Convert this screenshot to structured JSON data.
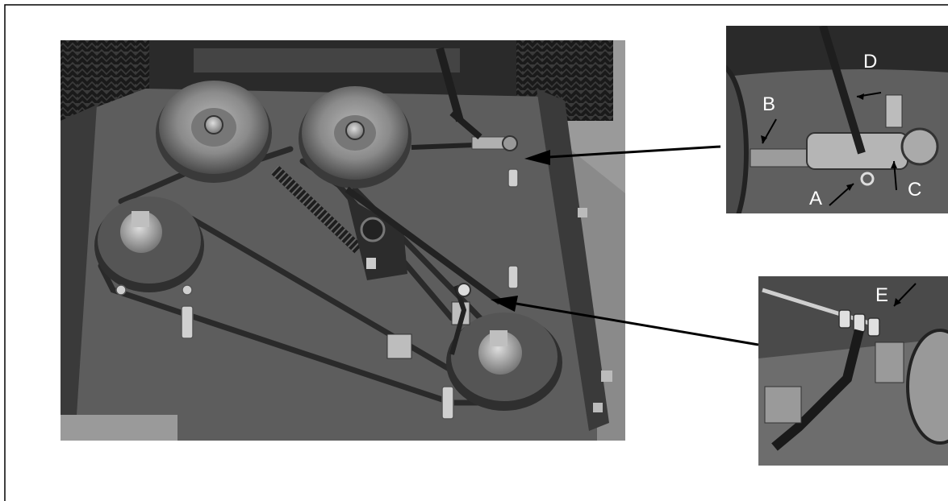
{
  "figure": {
    "callouts": {
      "a": "A",
      "b": "B",
      "c": "C",
      "d": "D",
      "e": "E"
    },
    "colors": {
      "frame": "#000000",
      "deck_plate": "#5d5d5d",
      "photo_background": "#9a9a9a",
      "pulley": "#8a8a8a",
      "belt": "#2a2a2a",
      "arrow": "#000000",
      "label_text": "#ffffff"
    }
  }
}
